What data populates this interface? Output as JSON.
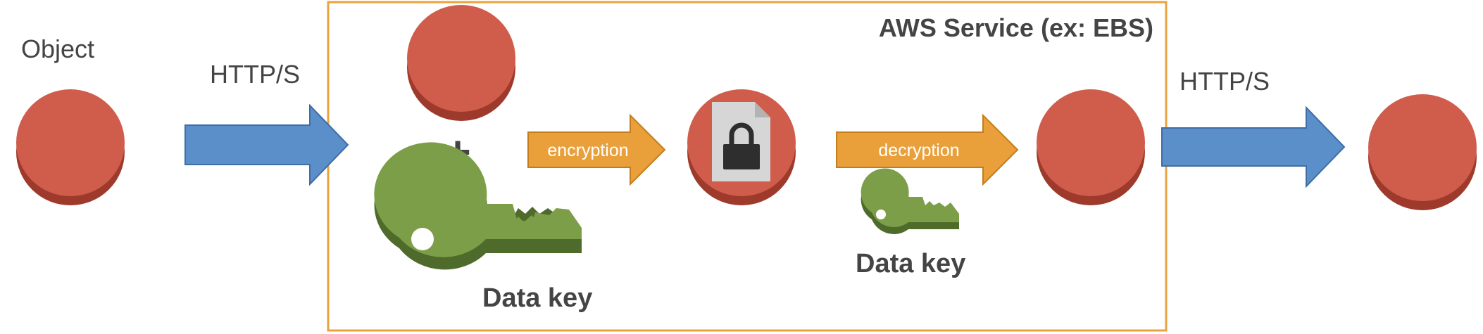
{
  "labels": {
    "object": "Object",
    "http_in": "HTTP/S",
    "http_out": "HTTP/S",
    "service_title": "AWS Service (ex: EBS)",
    "plus": "+",
    "encryption": "encryption",
    "decryption": "decryption",
    "data_key_large": "Data key",
    "data_key_small": "Data key"
  },
  "colors": {
    "object_fill": "#d05c4c",
    "object_shadow": "#9e3a2c",
    "arrow_blue": "#5b8fc9",
    "arrow_blue_stroke": "#3f6da6",
    "arrow_orange": "#e9a03b",
    "arrow_orange_stroke": "#c47d1c",
    "key_green": "#7c9e48",
    "key_green_dark": "#4f6b2c",
    "service_border": "#e8a33d",
    "text_gray": "#444444",
    "doc_gray": "#d6d6d6",
    "lock_dark": "#2e2e2e"
  },
  "icons": [
    "object-circle",
    "arrow-right",
    "lock-icon",
    "key-icon",
    "document-icon"
  ]
}
